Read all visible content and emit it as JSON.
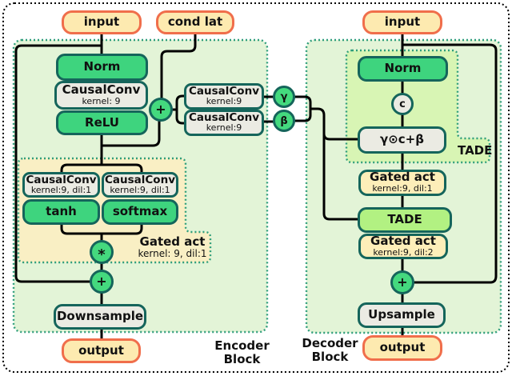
{
  "colors": {
    "block_fill": "#e3f4d7",
    "tade_region_fill": "#d8f5b4",
    "gated_region_fill": "#f9efc4",
    "region_border_teal": "#2f9e7b",
    "node_border_teal": "#15655b",
    "green_box": "#3ed47e",
    "gray_box": "#ebebe3",
    "cream_box": "#fdeeb9",
    "tade_box_green": "#b2f182",
    "peach_fill": "#fdeab0",
    "peach_border": "#f06e4b",
    "line": "#000000"
  },
  "encoder": {
    "input_label": "input",
    "cond_label": "cond lat",
    "norm": "Norm",
    "conv_title": "CausalConv",
    "conv_sub": "kernel: 9",
    "relu": "ReLU",
    "cond_sum_op": "+",
    "cond_conv_top_title": "CausalConv",
    "cond_conv_top_sub": "kernel:9",
    "cond_conv_bot_title": "CausalConv",
    "cond_conv_bot_sub": "kernel:9",
    "gamma": "γ",
    "beta": "β",
    "gated_conv_left_title": "CausalConv",
    "gated_conv_left_sub": "kernel:9, dil:1",
    "gated_conv_right_title": "CausalConv",
    "gated_conv_right_sub": "kernel:9, dil:1",
    "tanh": "tanh",
    "softmax": "softmax",
    "mult_op": "*",
    "sum_op": "+",
    "gated_label_title": "Gated act",
    "gated_label_sub": "kernel: 9, dil:1",
    "downsample": "Downsample",
    "output_label": "output",
    "block_label_line1": "Encoder",
    "block_label_line2": "Block"
  },
  "decoder": {
    "input_label": "input",
    "norm": "Norm",
    "concat_op": "c",
    "affine": "γ⊙c+β",
    "tade_region_label": "TADE",
    "gated1_title": "Gated act",
    "gated1_sub": "kernel:9, dil:1",
    "tade_box": "TADE",
    "gated2_title": "Gated act",
    "gated2_sub": "kernel:9, dil:2",
    "sum_op": "+",
    "upsample": "Upsample",
    "output_label": "output",
    "block_label_line1": "Decoder",
    "block_label_line2": "Block"
  }
}
